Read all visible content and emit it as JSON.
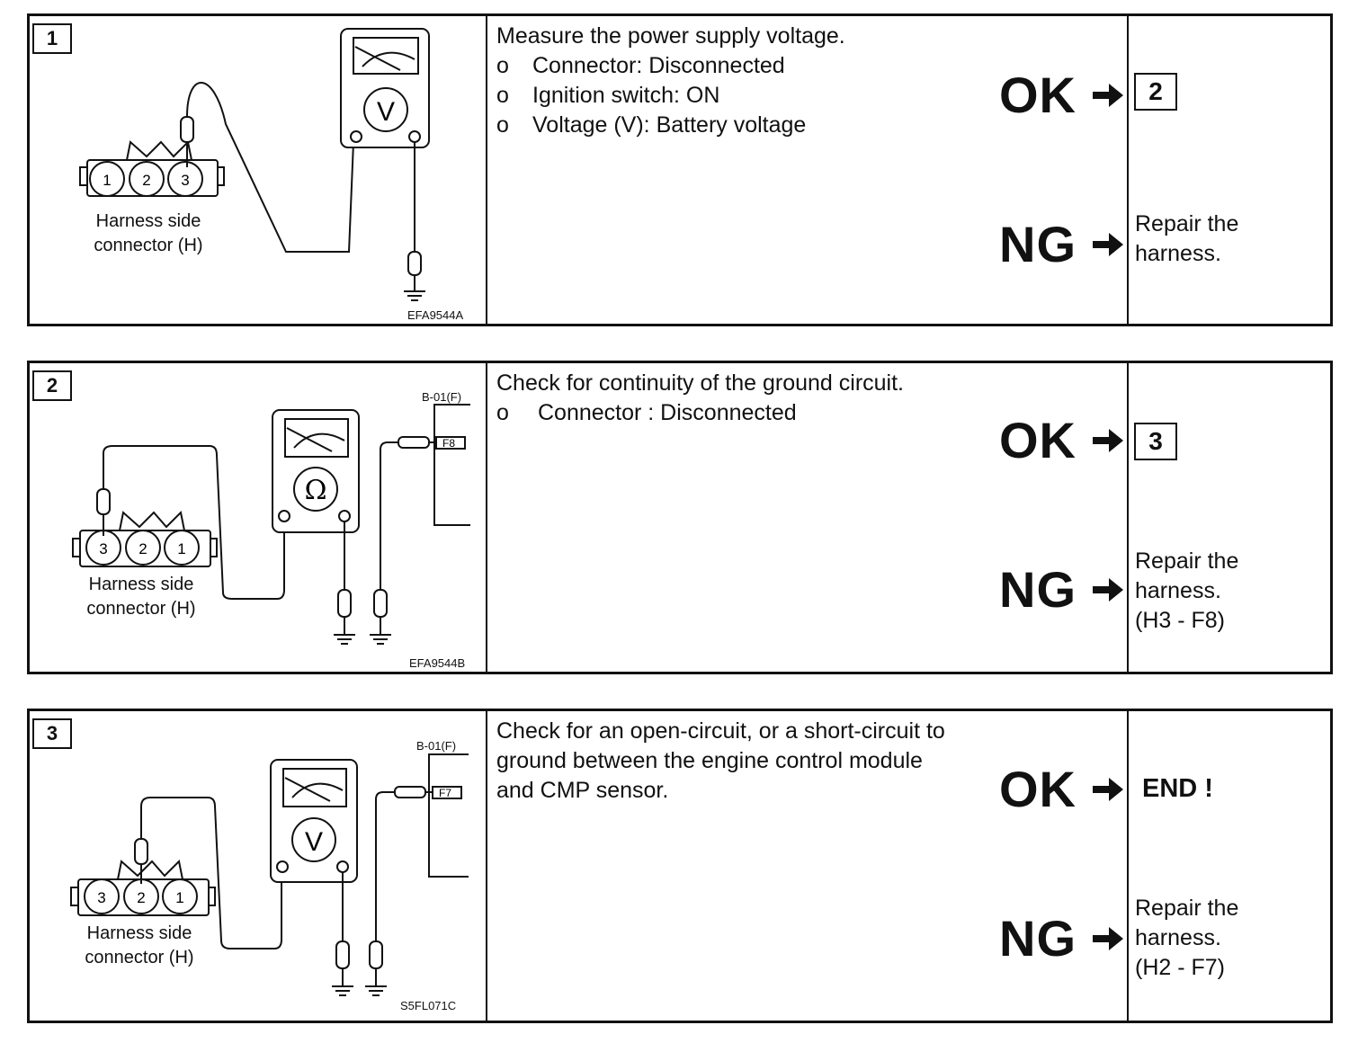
{
  "steps": [
    {
      "number": "1",
      "lines": [
        "Measure the power supply voltage."
      ],
      "bullets": [
        "Connector: Disconnected",
        "Ignition switch: ON",
        "Voltage (V): Battery voltage"
      ],
      "bullet_mark": "o",
      "ok_label": "OK",
      "ng_label": "NG",
      "ok_next": "2",
      "ng_action": [
        "Repair the",
        "harness."
      ],
      "meter_symbol": "V",
      "harness_label": [
        "Harness side",
        "connector (H)"
      ],
      "pins": [
        "1",
        "2",
        "3"
      ],
      "figure_code": "EFA9544A"
    },
    {
      "number": "2",
      "lines": [
        "Check for continuity of the ground circuit."
      ],
      "bullets": [
        "Connector : Disconnected"
      ],
      "bullet_mark": "o",
      "ok_label": "OK",
      "ng_label": "NG",
      "ok_next": "3",
      "ng_action": [
        "Repair the",
        "harness.",
        "(H3 - F8)"
      ],
      "meter_symbol": "Ω",
      "harness_label": [
        "Harness side",
        "connector (H)"
      ],
      "pins": [
        "3",
        "2",
        "1"
      ],
      "connector_code": "B-01(F)",
      "terminal": "F8",
      "figure_code": "EFA9544B"
    },
    {
      "number": "3",
      "lines": [
        "Check for an open-circuit, or a short-circuit to",
        "ground between the engine control module",
        "and CMP sensor."
      ],
      "bullets": [],
      "bullet_mark": "o",
      "ok_label": "OK",
      "ng_label": "NG",
      "ok_end": "END !",
      "ng_action": [
        "Repair the",
        "harness.",
        "(H2 - F7)"
      ],
      "meter_symbol": "V",
      "harness_label": [
        "Harness side",
        "connector (H)"
      ],
      "pins": [
        "3",
        "2",
        "1"
      ],
      "connector_code": "B-01(F)",
      "terminal": "F7",
      "figure_code": "S5FL071C"
    }
  ]
}
